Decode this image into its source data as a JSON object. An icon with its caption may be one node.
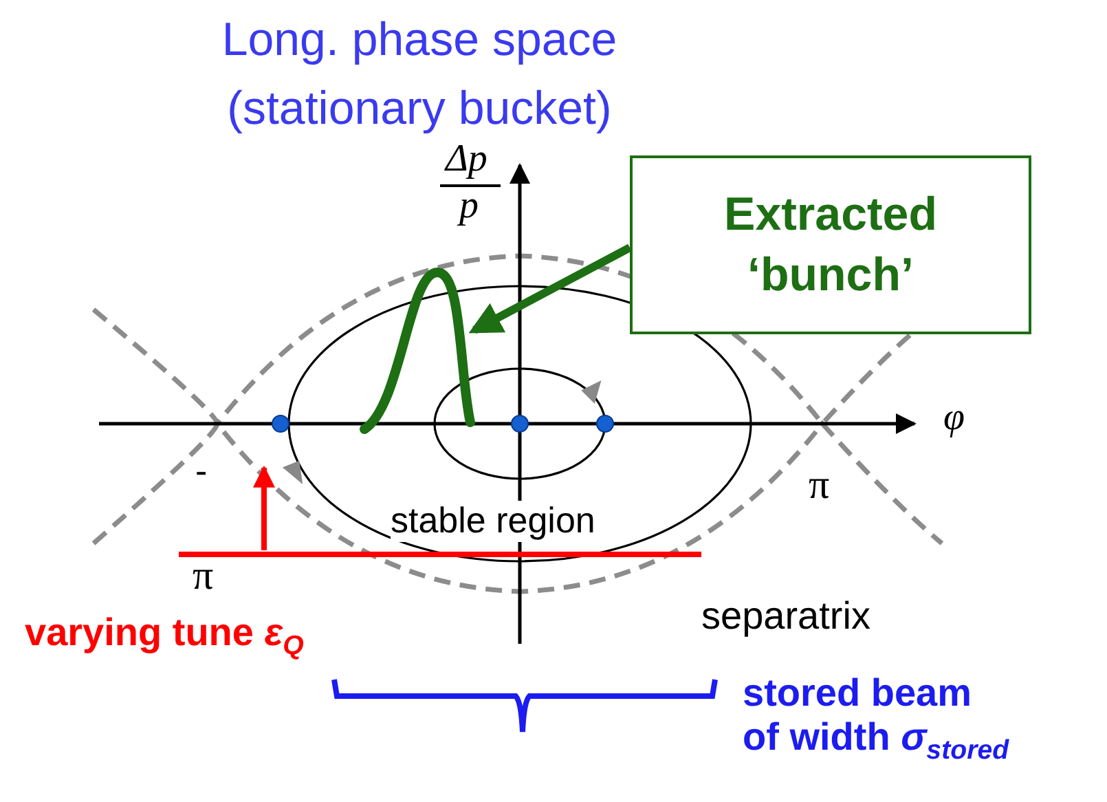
{
  "diagram": {
    "title": "Long. phase space (stationary bucket)",
    "nodes": [
      {
        "text": [
          "Extracted ‘bunch’"
        ]
      },
      {
        "text": [],
        "shape": "picture"
      }
    ],
    "edges": [
      {
        "from": 0,
        "to": 1,
        "arrow": "to",
        "color": "#1e6e14"
      }
    ],
    "labels": [
      "Δp",
      "p",
      "φ",
      "-",
      "π",
      "π",
      "stable region",
      "separatrix",
      "varying tune *ε*$_{Q}$",
      "stored beam of width *σ*$_{stored}$"
    ]
  }
}
